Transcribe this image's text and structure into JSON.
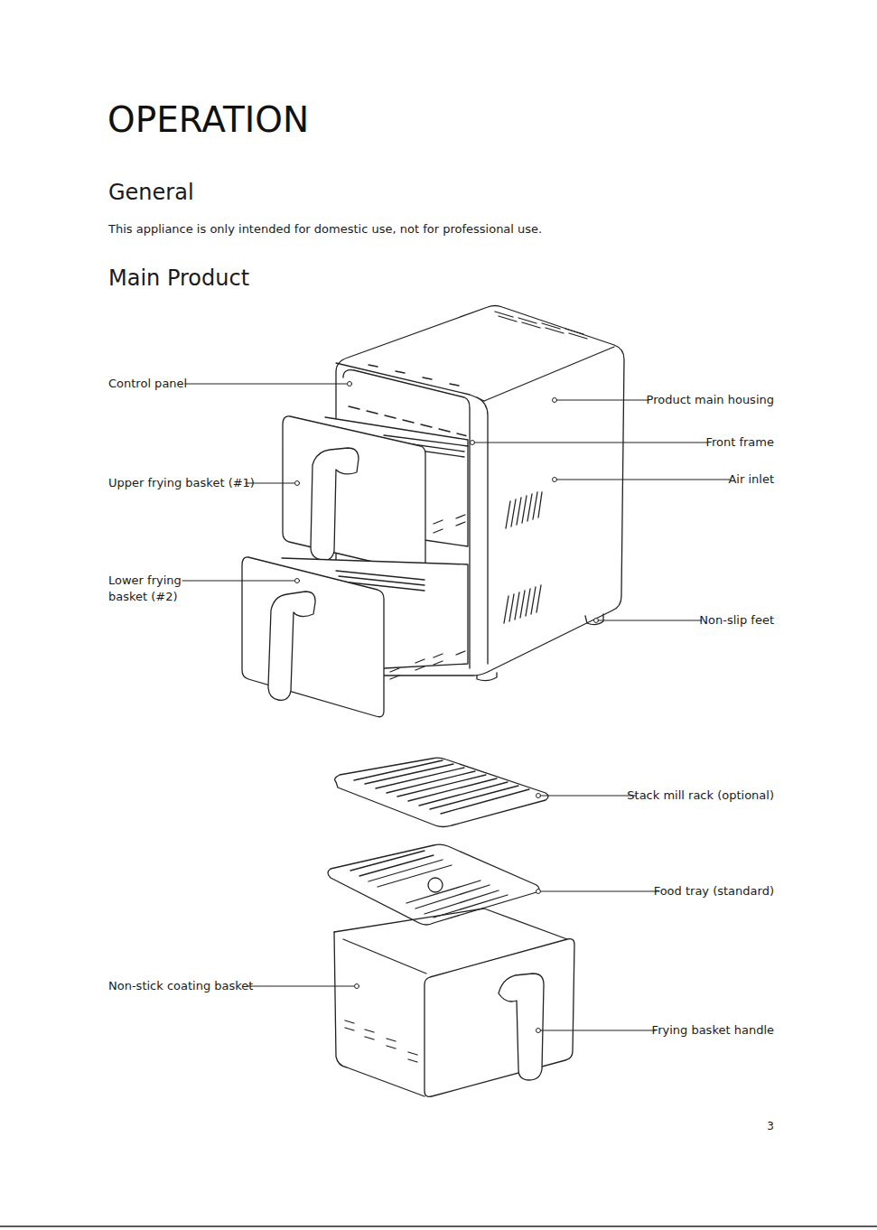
{
  "diagram": {
    "title": "OPERATION",
    "labels": [
      "General",
      "This appliance is only intended for domestic use, not for professional use.",
      "Main Product",
      "Control panel",
      "Product main housing",
      "Front frame",
      "Upper frying basket (#1)",
      "Air inlet",
      "Lower frying basket (#2)",
      "Non-slip feet",
      "Stack mill rack (optional)",
      "Food tray (standard)",
      "Non-stick coating basket",
      "Frying basket handle",
      "3"
    ]
  }
}
